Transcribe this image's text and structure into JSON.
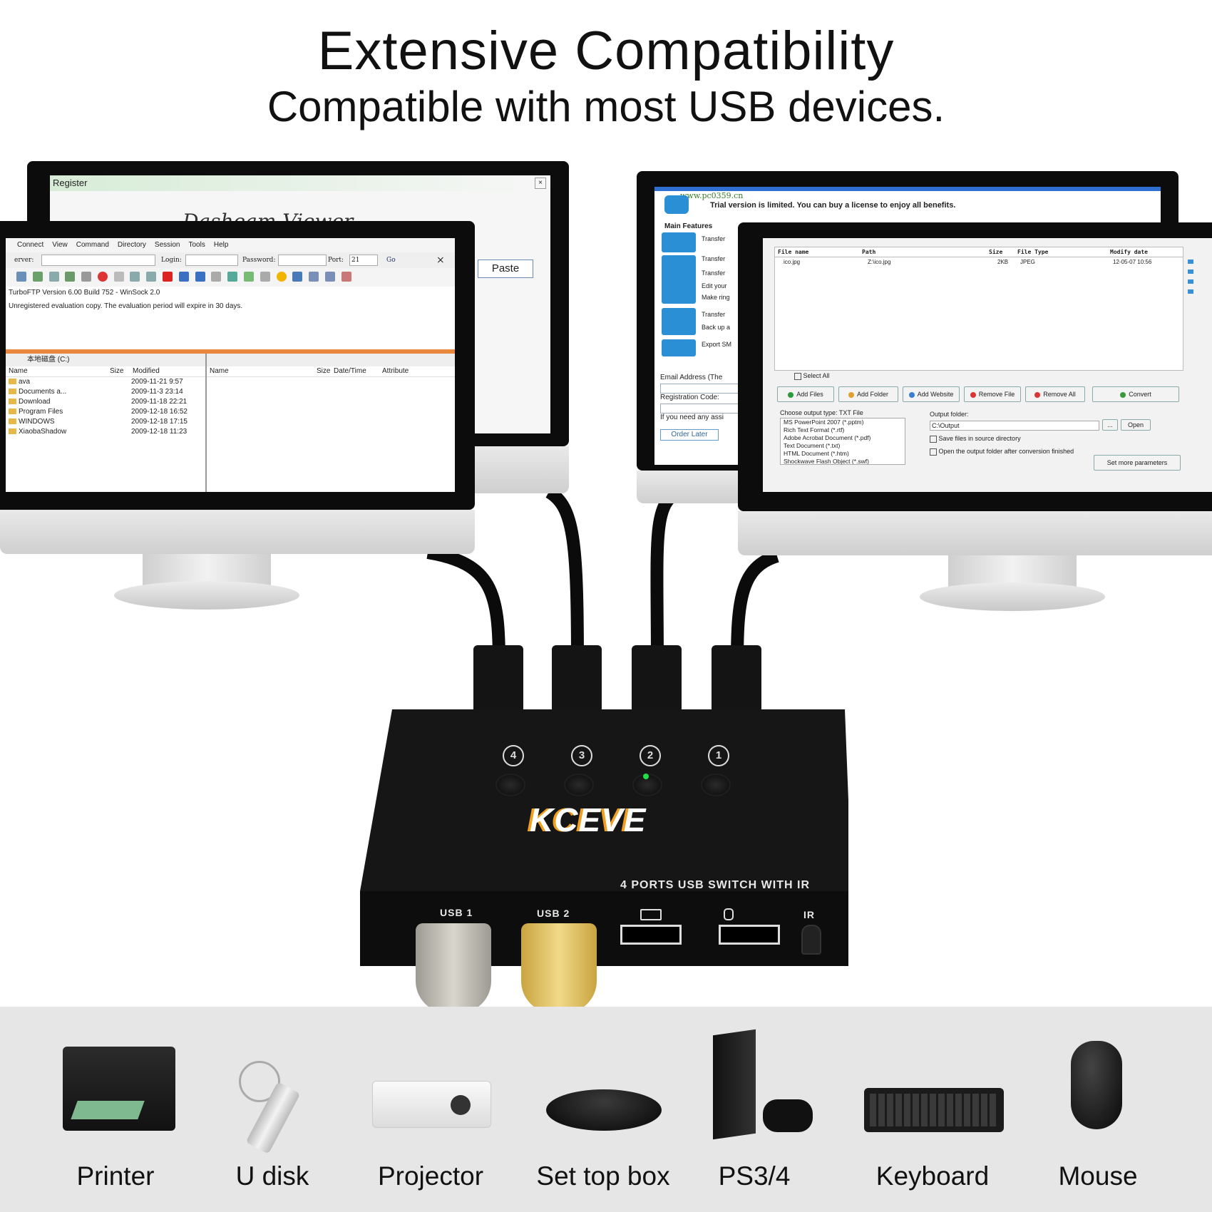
{
  "header": {
    "title": "Extensive Compatibility",
    "subtitle": "Compatible with most USB devices."
  },
  "monitor_back_left": {
    "window_title": "Register",
    "app_name": "Dasheam Viewer",
    "paste_button": "Paste"
  },
  "monitor_front_left": {
    "menus": [
      "Connect",
      "View",
      "Command",
      "Directory",
      "Session",
      "Tools",
      "Help"
    ],
    "server_label": "erver:",
    "login_label": "Login:",
    "password_label": "Password:",
    "port_label": "Port:",
    "port_value": "21",
    "go_label": "Go",
    "version_text": "TurboFTP Version 6.00 Build 752 - WinSock 2.0",
    "notice_text": "Unregistered evaluation copy. The evaluation period will expire in 30 days.",
    "left_path": "本地磁盘 (C:)",
    "left_columns": [
      "Name",
      "Size",
      "Modified"
    ],
    "left_rows": [
      {
        "name": "ava",
        "modified": "2009-11-21 9:57"
      },
      {
        "name": "Documents a...",
        "modified": "2009-11-3 23:14"
      },
      {
        "name": "Download",
        "modified": "2009-11-18 22:21"
      },
      {
        "name": "Program Files",
        "modified": "2009-12-18 16:52"
      },
      {
        "name": "WINDOWS",
        "modified": "2009-12-18 17:15"
      },
      {
        "name": "XiaobaShadow",
        "modified": "2009-12-18 11:23"
      }
    ],
    "right_columns": [
      "Name",
      "Size",
      "Date/Time",
      "Attribute"
    ]
  },
  "monitor_back_right": {
    "url": "www.pc0359.cn",
    "trial_text": "Trial version is limited. You can buy a license to enjoy all benefits.",
    "features_title": "Main Features",
    "features": [
      "Transfer",
      "Transfer",
      "Transfer",
      "Edit your",
      "Make ring",
      "Transfer",
      "Back up a",
      "Export SM"
    ],
    "email_label": "Email Address (The",
    "reg_label": "Registration Code:",
    "hint_text": "If you need any assi",
    "order_button": "Order Later"
  },
  "monitor_front_right": {
    "columns": [
      "File name",
      "Path",
      "Size",
      "File Type",
      "Modify date"
    ],
    "row": {
      "name": "ico.jpg",
      "path": "Z:\\ico.jpg",
      "size": "2KB",
      "type": "JPEG",
      "date": "12-05-07 10:56"
    },
    "select_all": "Select All",
    "buttons": [
      "Add Files",
      "Add Folder",
      "Add Website",
      "Remove File",
      "Remove All",
      "Convert"
    ],
    "output_type_label": "Choose output type:",
    "output_type_value": "TXT File",
    "formats": [
      "MS PowerPoint 2007 (*.pptm)",
      "Rich Text Format (*.rtf)",
      "Adobe Acrobat Document (*.pdf)",
      "Text Document (*.txt)",
      "HTML Document (*.htm)",
      "Shockwave Flash Object (*.swf)"
    ],
    "output_folder_label": "Output folder:",
    "output_folder_value": "C:\\Output",
    "browse_button": "...",
    "open_button": "Open",
    "save_in_source": "Save files in source directory",
    "open_after": "Open the output folder after conversion finished",
    "more_params": "Set more parameters"
  },
  "switch": {
    "brand": "KCEVE",
    "model_text": "4 PORTS USB SWITCH WITH IR",
    "ports": [
      "4",
      "3",
      "2",
      "1"
    ],
    "active_port": "2",
    "usb1_label": "USB 1",
    "usb2_label": "USB 2",
    "ir_label": "IR",
    "accent_color": "#f0a020",
    "led_color": "#22dd44"
  },
  "devices": [
    {
      "label": "Printer",
      "icon": "printer-icon"
    },
    {
      "label": "U disk",
      "icon": "usb-stick-icon"
    },
    {
      "label": "Projector",
      "icon": "projector-icon"
    },
    {
      "label": "Set top box",
      "icon": "set-top-box-icon"
    },
    {
      "label": "PS3/4",
      "icon": "game-console-icon"
    },
    {
      "label": "Keyboard",
      "icon": "keyboard-icon"
    },
    {
      "label": "Mouse",
      "icon": "mouse-icon"
    }
  ]
}
